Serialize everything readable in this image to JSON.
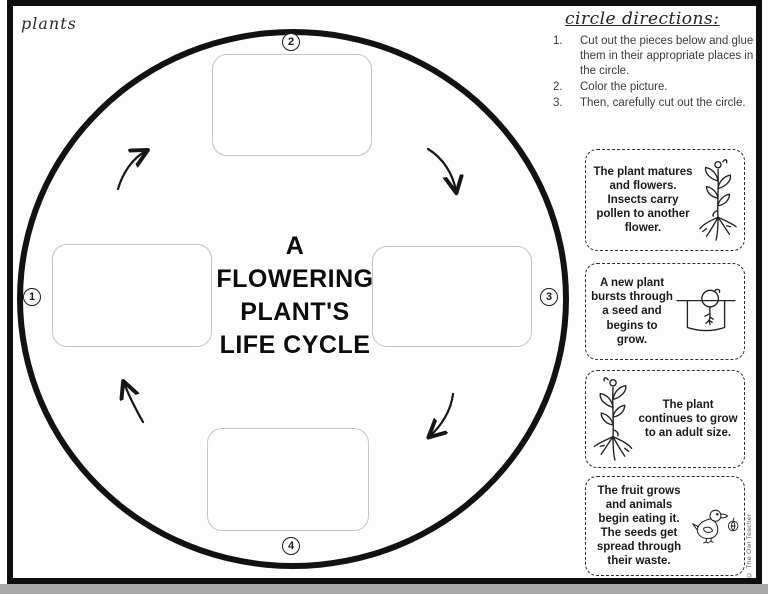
{
  "page": {
    "corner_label": "plants",
    "copyright": "© The Owl Teacher"
  },
  "directions": {
    "heading": "circle directions:",
    "items": [
      {
        "number": "1.",
        "text": "Cut out the pieces below and glue them in their appropriate places in the circle."
      },
      {
        "number": "2.",
        "text": "Color the picture."
      },
      {
        "number": "3.",
        "text": "Then, carefully cut out the circle."
      }
    ]
  },
  "cycle": {
    "title_lines": [
      "A",
      "FLOWERING",
      "PLANT'S",
      "LIFE CYCLE"
    ],
    "markers": {
      "left": "1",
      "top": "2",
      "right": "3",
      "bottom": "4"
    },
    "placeholder_count": 4
  },
  "cards": [
    {
      "text": "The plant matures and flowers. Insects carry pollen to another flower.",
      "illustration": "flowering-plant-icon"
    },
    {
      "text": "A new plant bursts through a seed and begins to grow.",
      "illustration": "sprouting-seed-icon"
    },
    {
      "text": "The plant continues to grow to an adult size.",
      "illustration": "adult-plant-icon"
    },
    {
      "text": "The fruit grows and animals begin eating it. The seeds get spread through their waste.",
      "illustration": "duck-and-fruit-icon"
    }
  ],
  "colors": {
    "ink": "#161616",
    "frame_border": "#0f0f0f",
    "placeholder_border": "#c5c5c5",
    "directions_text": "#3c3c3c",
    "scan_strip": "#a9a9a9"
  }
}
